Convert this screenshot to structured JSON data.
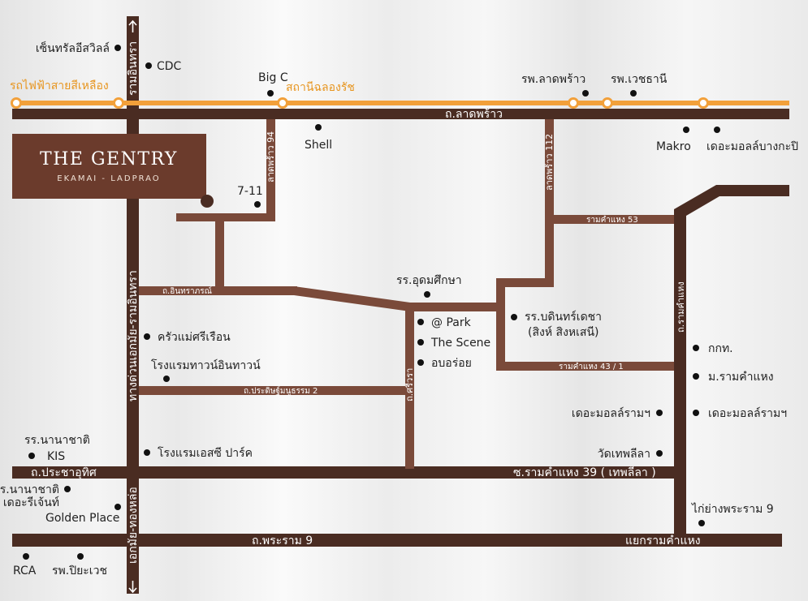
{
  "logo": {
    "title": "THE GENTRY",
    "subtitle": "EKAMAI - LADPRAO"
  },
  "colors": {
    "road": "#4a2c22",
    "road_light": "#7a4a3a",
    "rail": "#f2a03a",
    "logo_bg": "#6b3b2c",
    "background": "#eeeeee"
  },
  "rail": {
    "line_name": "รถไฟฟ้าสายสีเหลือง",
    "station": "สถานีฉลองรัช"
  },
  "roads": {
    "ladprao": "ถ.ลาดพร้าว",
    "ladprao94": "ลาดพร้าว 94",
    "ladprao112": "ลาดพร้าว 112",
    "inthraram": "ถ.อินทราภรณ์",
    "ramkhamhaeng53": "รามคำแหง 53",
    "ramkhamhaeng43_1": "รามคำแหง 43 / 1",
    "ramkhamhaeng": "ถ.รามคำแหง",
    "pradit_manutham2": "ถ.ประดิษฐ์มนูธรรม 2",
    "sriwara": "ถ.ศรีวรา",
    "pracha_uthit": "ถ.ประชาอุทิศ",
    "soi_ram39": "ซ.รามคำแหง 39 ( เทพลีลา )",
    "rama9": "ถ.พระราม 9",
    "ram_junction": "แยกรามคำแหง",
    "ekamai_ramindra": "ทางด่วนเอกมัย-รามอินทรา",
    "ramindra": "รามอินทรา",
    "ekamai_thonglor": "เอกมัย-ทองหล่อ"
  },
  "places": {
    "central": "เซ็นทรัลอีสวิลล์",
    "cdc": "CDC",
    "bigc": "Big C",
    "lat_hosp": "รพ.ลาดพร้าว",
    "vejthani": "รพ.เวชธานี",
    "shell": "Shell",
    "makro": "Makro",
    "mall_bk": "เดอะมอลล์บางกะปิ",
    "seven": "7-11",
    "udom": "รร.อุดมศึกษา",
    "atpark": "@ Park",
    "scene": "The Scene",
    "oborroi": "อบอร่อย",
    "bodin": "รร.บดินทร์เดชา",
    "bodin2": "(สิงห์ สิงหเสนี)",
    "krua": "ครัวแม่ศรีเรือน",
    "town": "โรงแรมทาวน์อินทาวน์",
    "kor": "กกท.",
    "ru": "ม.รามคำแหง",
    "mall_ram1": "เดอะมอลล์รามฯ",
    "mall_ram2": "เดอะมอลล์รามฯ",
    "kis1": "รร.นานาชาติ",
    "kis2": "KIS",
    "sc_park": "โรงแรมเอสซี ปาร์ค",
    "wat": "วัดเทพลีลา",
    "regent1": "รร.นานาชาติ",
    "regent2": "เดอะรีเจ้นท์",
    "golden": "Golden Place",
    "kaiyang": "ไก่ย่างพระราม 9",
    "rca": "RCA",
    "piyavate": "รพ.ปิยะเวช"
  }
}
